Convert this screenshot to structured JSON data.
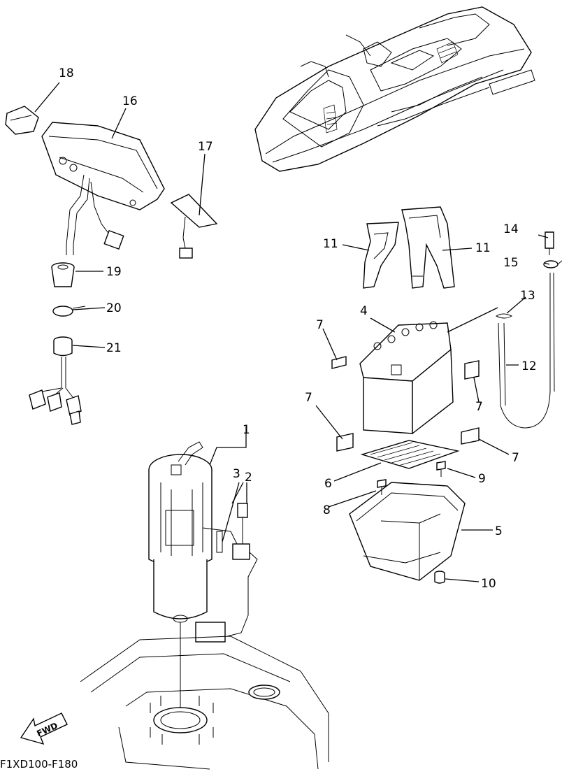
{
  "diagram": {
    "drawing_code": "F1XD100-F180",
    "direction_marker": "FWD",
    "callouts": [
      "1",
      "2",
      "3",
      "4",
      "5",
      "6",
      "7",
      "7",
      "7",
      "7",
      "8",
      "9",
      "10",
      "11",
      "11",
      "12",
      "13",
      "14",
      "15",
      "16",
      "17",
      "18",
      "19",
      "20",
      "21"
    ]
  },
  "parts": {
    "p1": "1",
    "p2": "2",
    "p3": "3",
    "p4": "4",
    "p5": "5",
    "p6": "6",
    "p7a": "7",
    "p7b": "7",
    "p7c": "7",
    "p7d": "7",
    "p8": "8",
    "p9": "9",
    "p10": "10",
    "p11a": "11",
    "p11b": "11",
    "p12": "12",
    "p13": "13",
    "p14": "14",
    "p15": "15",
    "p16": "16",
    "p17": "17",
    "p18": "18",
    "p19": "19",
    "p20": "20",
    "p21": "21"
  }
}
